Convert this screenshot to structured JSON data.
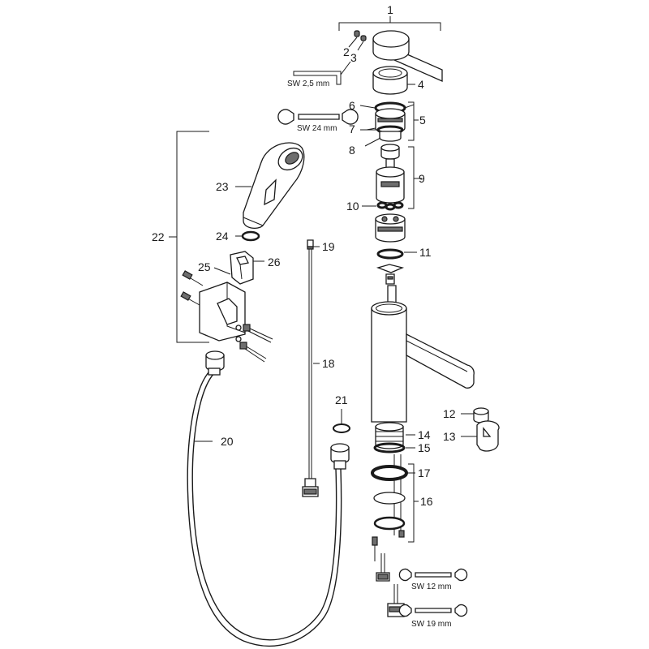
{
  "labels": {
    "p1": "1",
    "p2": "2",
    "p3": "3",
    "p4": "4",
    "p5": "5",
    "p6": "6",
    "p7": "7",
    "p8": "8",
    "p9": "9",
    "p10": "10",
    "p11": "11",
    "p12": "12",
    "p13": "13",
    "p14": "14",
    "p15": "15",
    "p16": "16",
    "p17": "17",
    "p18": "18",
    "p19": "19",
    "p20": "20",
    "p21": "21",
    "p22": "22",
    "p23": "23",
    "p24": "24",
    "p25": "25",
    "p26": "26"
  },
  "tools": {
    "allen_key": "SW 2,5 mm",
    "wrench_24": "SW 24 mm",
    "wrench_12": "SW 12 mm",
    "wrench_19": "SW 19 mm"
  }
}
